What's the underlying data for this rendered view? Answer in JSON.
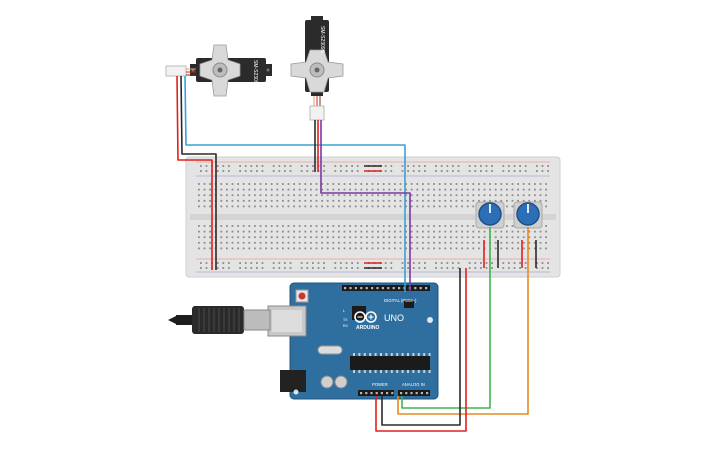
{
  "servo_1": {
    "label": "SM-S2309S"
  },
  "servo_2": {
    "label": "SM-S2309S"
  },
  "arduino": {
    "brand": "ARDUINO",
    "model": "UNO",
    "digital_header": "DIGITAL (PWM~)",
    "power_header": "POWER",
    "analog_header": "ANALOG IN",
    "tx_label": "TX",
    "rx_label": "RX",
    "l_label": "L"
  },
  "colors": {
    "breadboard": "#e4e4e4",
    "arduino_board": "#2f6fa0",
    "wire_red": "#e0211d",
    "wire_black": "#2a2a2a",
    "wire_blue": "#3aa0d6",
    "wire_purple": "#7a37a6",
    "wire_green": "#3fb54a",
    "wire_orange": "#e88a1e",
    "pot_knob": "#2c6fb8"
  }
}
